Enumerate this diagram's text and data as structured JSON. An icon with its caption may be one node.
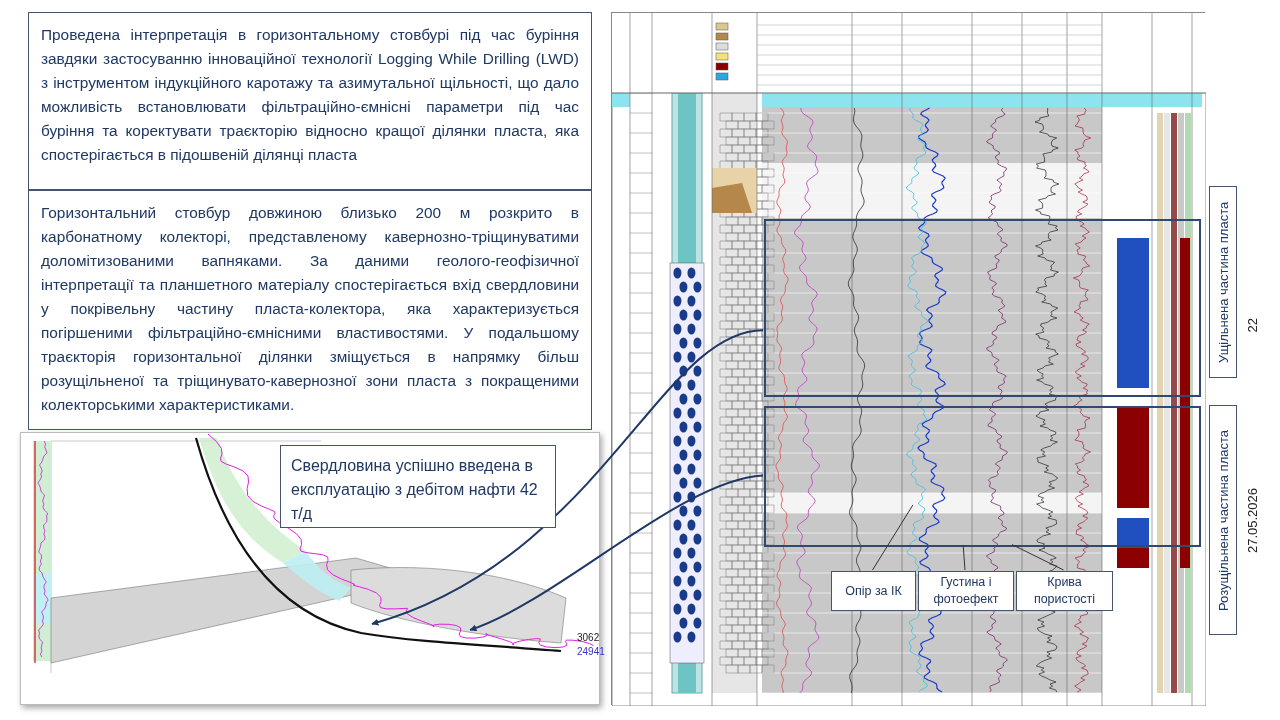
{
  "diagram": {
    "nodes": [
      {
        "text": [
          "Проведена інтерпретація в горизонтальному стовбурі під час буріння завдяки застосуванню інноваційної технології Logging While Drilling (LWD) з інструментом індукційного каротажу та азимутальної щільності, що дало можливість встановлювати фільтраційно-ємнісні параметри під час буріння та коректувати траєкторію відносно кращої ділянки пласта, яка спостерігається в підошвеній ділянці пласта"
        ]
      },
      {
        "text": [
          "Горизонтальний стовбур довжиною близько 200 м розкрито в карбонатному колекторі, представленому кавернозно-тріщинуватими доломітизованими вапняками. За даними геолого-геофізичної інтерпретації та планшетного матеріалу спостерігається вхід свердловини у покрівельну частину пласта-колектора, яка характеризується погіршеними фільтраційно-ємнісними властивостями. У подальшому траєкторія горизонтальної ділянки зміщується в напрямку більш розущільненої та тріщинувато-кавернозної зони пласта з покращеними колекторськими характеристиками."
        ]
      },
      {
        "text": [],
        "shape": "picture"
      },
      {
        "text": [
          "Свердловина успішно введена в експлуатацію з дебітом нафти 42 т/д"
        ],
        "in": 2
      },
      {
        "text": [],
        "shape": "picture"
      },
      {
        "text": [],
        "shape": "box",
        "in": 4
      },
      {
        "text": [],
        "shape": "box",
        "in": 4
      },
      {
        "text": [
          "Опір за ІК"
        ],
        "in": 4
      },
      {
        "text": [
          "Густина і фотоефект"
        ],
        "in": 4
      },
      {
        "text": [
          "Крива пористості"
        ],
        "in": 4
      },
      {
        "text": [
          "Ущільнена частина пласта"
        ]
      },
      {
        "text": [
          "Розущільнена частина пласта"
        ]
      }
    ],
    "edges": [
      {
        "from": 5,
        "to": 2,
        "arrow": "to"
      },
      {
        "from": 6,
        "to": 2,
        "arrow": "to"
      },
      {
        "from": 7,
        "to": 6,
        "arrow": "none"
      },
      {
        "from": 8,
        "to": 6,
        "arrow": "none"
      },
      {
        "from": 9,
        "to": 6,
        "arrow": "none"
      }
    ],
    "labels": [
      "3062",
      "24941",
      "22",
      "27.05.2026"
    ]
  }
}
